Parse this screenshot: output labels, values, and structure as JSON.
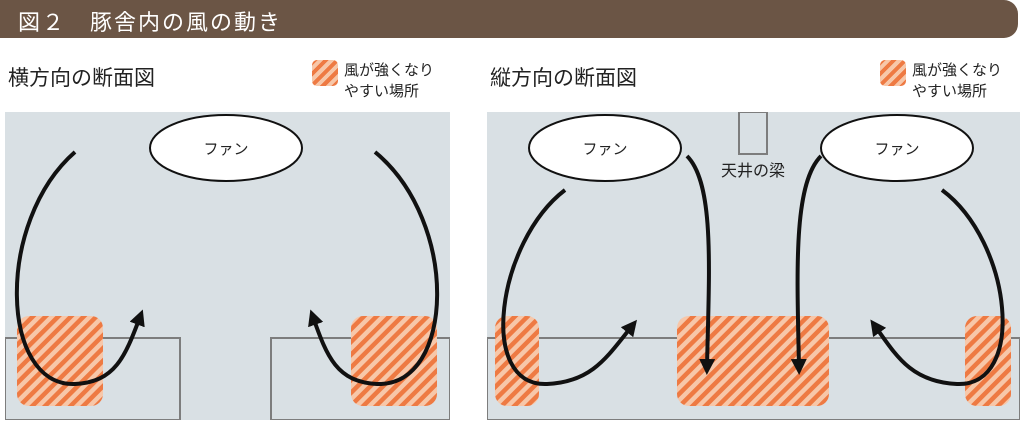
{
  "figure_title": "図２　豚舎内の風の動き",
  "left_panel": {
    "title": "横方向の断面図",
    "legend": {
      "line1": "風が強くなり",
      "line2": "やすい場所"
    },
    "fan_label": "ファン"
  },
  "right_panel": {
    "title": "縦方向の断面図",
    "legend": {
      "line1": "風が強くなり",
      "line2": "やすい場所"
    },
    "fan_left_label": "ファン",
    "fan_right_label": "ファン",
    "beam_label": "天井の梁"
  },
  "colors": {
    "title_bar": "#6b5545",
    "room_background": "#d9e0e4",
    "hatch_orange": "#ee7a43",
    "hatch_light": "#f7c7a9",
    "arrow": "#111111"
  }
}
